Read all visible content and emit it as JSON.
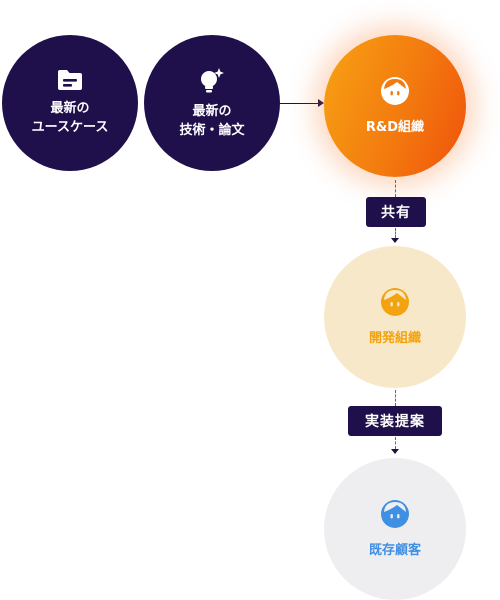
{
  "nodes": {
    "usecase": {
      "label": "最新の\nユースケース",
      "icon": "folder-icon"
    },
    "tech": {
      "label": "最新の\n技術・論文",
      "icon": "lightbulb-sparkle-icon"
    },
    "rd": {
      "label": "R&D組織",
      "icon": "person-face-icon",
      "color": "#F37A0F"
    },
    "dev": {
      "label": "開発組織",
      "icon": "person-face-icon",
      "color": "#F2A30F"
    },
    "customer": {
      "label": "既存顧客",
      "icon": "person-face-icon",
      "color": "#3F8FE3"
    }
  },
  "edges": {
    "share_label": "共有",
    "propose_label": "実装提案"
  },
  "colors": {
    "navy": "#1F0F4A",
    "orange": "#F37A0F",
    "cream": "#F7E8C9",
    "gray": "#EEEEF1"
  }
}
